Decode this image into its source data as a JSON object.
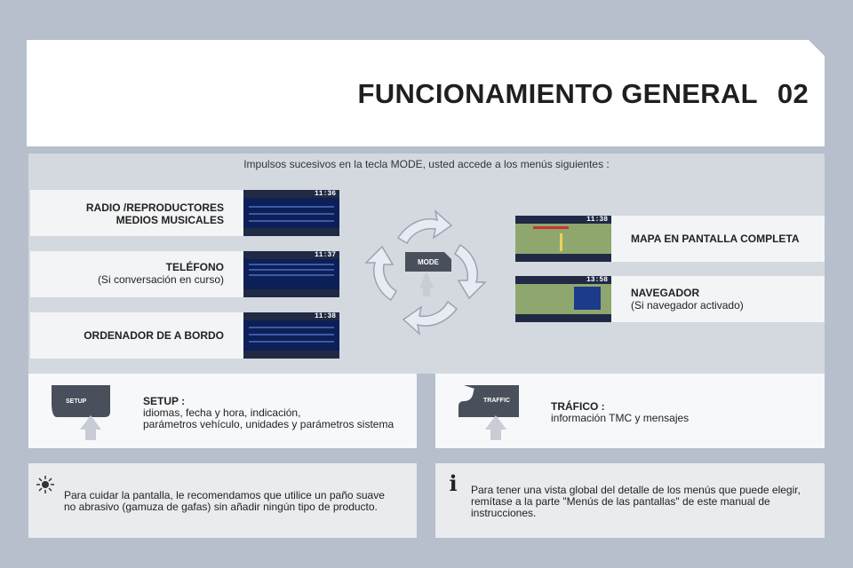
{
  "header": {
    "title": "FUNCIONAMIENTO GENERAL",
    "chapter": "02"
  },
  "intro": "Impulsos sucesivos en la tecla MODE, usted accede a los menús siguientes :",
  "menus_left": [
    {
      "line1": "RADIO /REPRODUCTORES",
      "line2": "MEDIOS MUSICALES",
      "clock": "11:36"
    },
    {
      "line1": "TELÉFONO",
      "line2": "(Si conversación en curso)",
      "clock": "11:37"
    },
    {
      "line1": "ORDENADOR DE A BORDO",
      "line2": "",
      "clock": "11:38"
    }
  ],
  "menus_right": [
    {
      "line1": "MAPA EN PANTALLA COMPLETA",
      "line2": "",
      "clock": "11:38"
    },
    {
      "line1": "NAVEGADOR",
      "line2": "(Si navegador activado)",
      "clock": "13:58"
    }
  ],
  "mode_key": "MODE",
  "setup": {
    "key": "SETUP",
    "title": "SETUP :",
    "line1": "idiomas, fecha y hora, indicación,",
    "line2": "parámetros vehículo, unidades y parámetros sistema"
  },
  "traffic": {
    "key": "TRAFFIC",
    "title": "TRÁFICO :",
    "line1": "información TMC y mensajes"
  },
  "tip_left": {
    "line1": "Para cuidar la pantalla, le recomendamos que utilice un paño suave",
    "line2": "no abrasivo (gamuza de gafas) sin añadir ningún tipo de producto."
  },
  "tip_right": {
    "line1": "Para tener una vista global del detalle de los menús que puede elegir,",
    "line2": "remítase a la parte \"Menús de las pantallas\" de este manual de",
    "line3": "instrucciones."
  },
  "colors": {
    "background": "#b6bfcb",
    "panel": "#d4d9e0",
    "screen": "#0d1f57",
    "key": "#4a4f5c"
  },
  "icons": {
    "tip_left": "sun-icon",
    "tip_right": "info-icon"
  }
}
